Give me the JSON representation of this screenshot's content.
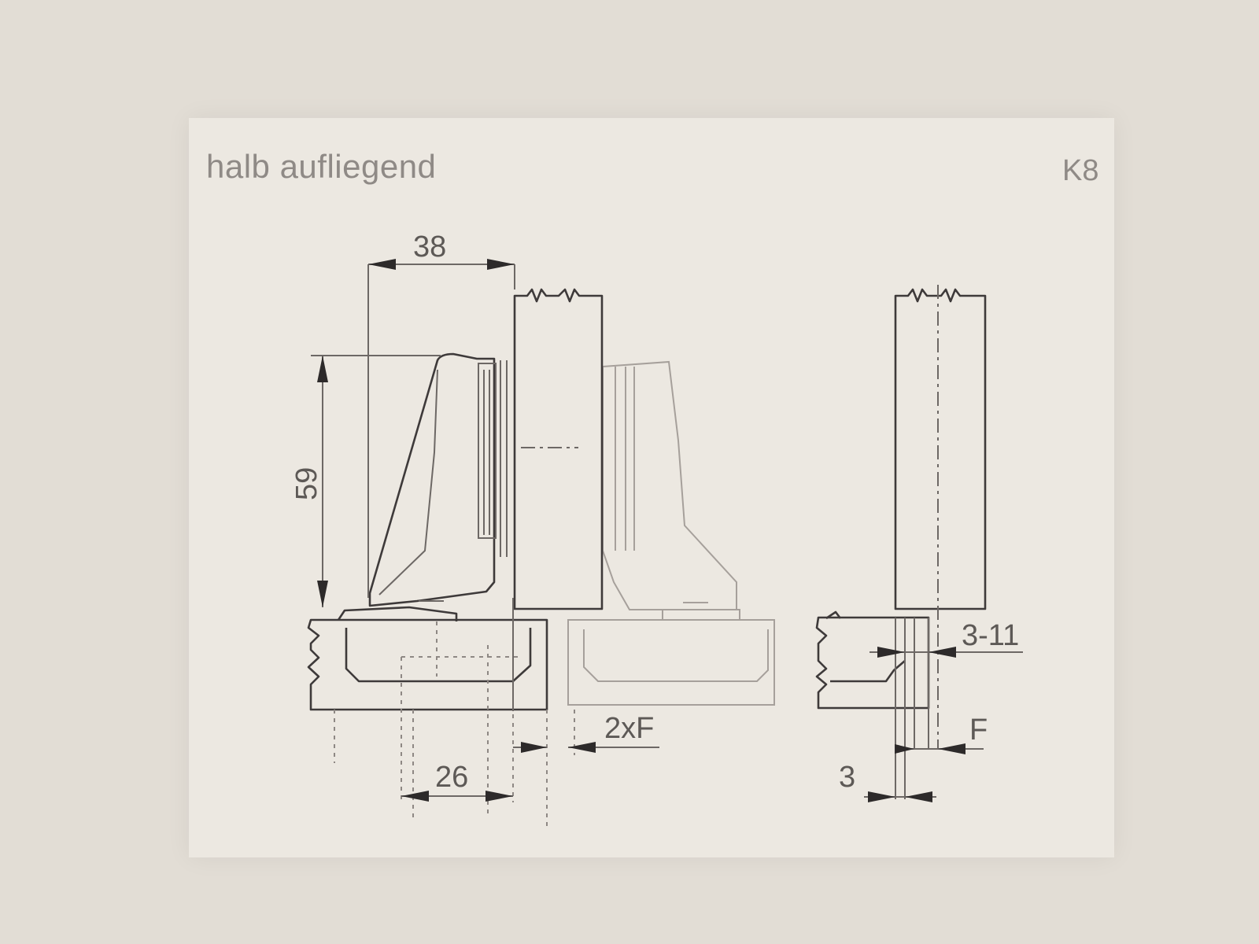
{
  "header": {
    "title": "halb aufliegend",
    "code": "K8"
  },
  "dimensions": {
    "width_top": "38",
    "height_left": "59",
    "bore": "26",
    "gap": "2xF",
    "overlay": "3-11",
    "f": "F",
    "edge": "3"
  }
}
